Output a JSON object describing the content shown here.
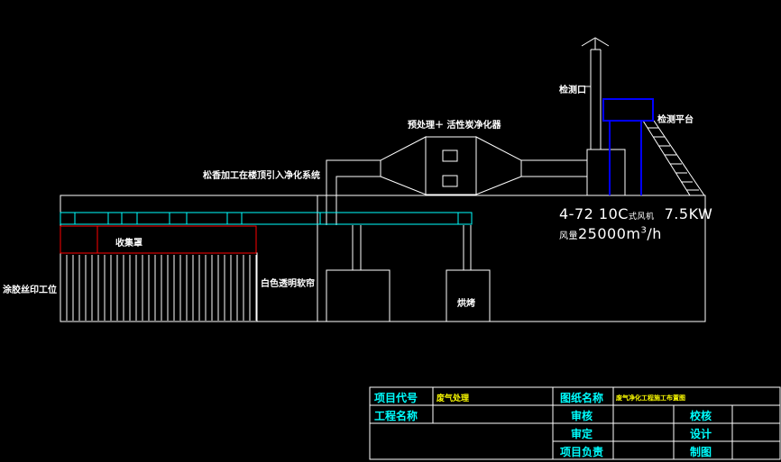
{
  "drawing": {
    "labels": {
      "pretreatment": "预处理＋ 活性炭净化器",
      "ducting": "松香加工在楼顶引入净化系统",
      "sampling_port": "检测口",
      "platform": "检测平台",
      "fan_model_a": "4-72  10C",
      "fan_model_b": "式风机",
      "fan_power": "7.5KW",
      "airflow_prefix": "风量",
      "airflow_value": "25000m",
      "airflow_exp": "3",
      "airflow_unit": "/h",
      "hood": "收集罩",
      "workstation": "涂胶丝印工位",
      "curtain": "白色透明软帘",
      "oven": "烘烤"
    }
  },
  "title_block": {
    "project_code_label": "项目代号",
    "project_code_value": "废气处理",
    "drawing_name_label": "图纸名称",
    "drawing_name_value": "废气净化工程施工布置图",
    "engineering_name_label": "工程名称",
    "review_label": "审核",
    "check_label": "校核",
    "approve_label": "审定",
    "design_label": "设计",
    "project_lead_label": "项目负责",
    "draft_label": "制图"
  },
  "colors": {
    "background": "#000000",
    "line_white": "#ffffff",
    "line_cyan": "#00ffff",
    "line_red": "#ff0000",
    "line_blue": "#0000ff",
    "text_yellow": "#ffff00"
  }
}
